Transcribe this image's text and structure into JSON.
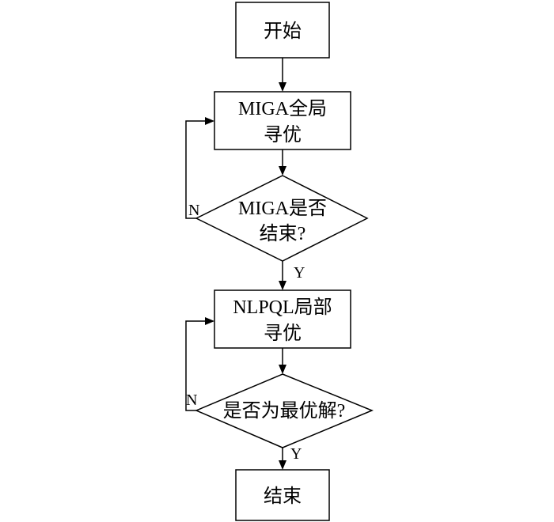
{
  "nodes": {
    "start": {
      "label": "开始"
    },
    "miga_search": {
      "line1": "MIGA全局",
      "line2": "寻优"
    },
    "miga_decision": {
      "line1": "MIGA是否",
      "line2": "结束?"
    },
    "nlpql_search": {
      "line1": "NLPQL局部",
      "line2": "寻优"
    },
    "optimal_decision": {
      "label": "是否为最优解?"
    },
    "end": {
      "label": "结束"
    }
  },
  "edges": {
    "miga_no": "N",
    "miga_yes": "Y",
    "optimal_no": "N",
    "optimal_yes": "Y"
  }
}
